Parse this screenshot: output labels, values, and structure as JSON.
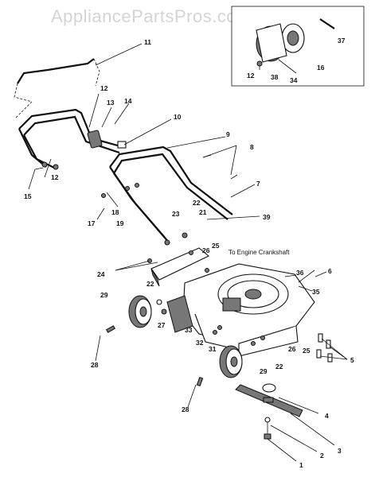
{
  "watermark": "AppliancePartsPros.com",
  "note": "To Engine Crankshaft",
  "callouts": [
    "1",
    "2",
    "3",
    "4",
    "5",
    "6",
    "7",
    "8",
    "9",
    "10",
    "11",
    "12",
    "12",
    "12",
    "13",
    "14",
    "15",
    "16",
    "17",
    "18",
    "19",
    "21",
    "22",
    "22",
    "22",
    "23",
    "24",
    "25",
    "25",
    "26",
    "26",
    "27",
    "28",
    "28",
    "29",
    "29",
    "31",
    "32",
    "33",
    "34",
    "35",
    "36",
    "37",
    "38",
    "39"
  ]
}
